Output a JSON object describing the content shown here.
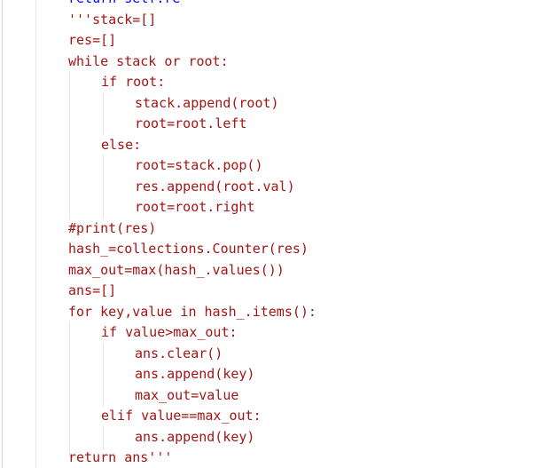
{
  "code_lines": [
    {
      "text": "return self.re",
      "indent": 0
    },
    {
      "text": "'''stack=[]",
      "indent": 0
    },
    {
      "text": "res=[]",
      "indent": 0
    },
    {
      "text": "while stack or root:",
      "indent": 0
    },
    {
      "text": "if root:",
      "indent": 1
    },
    {
      "text": "stack.append(root)",
      "indent": 2
    },
    {
      "text": "root=root.left",
      "indent": 2
    },
    {
      "text": "else:",
      "indent": 1
    },
    {
      "text": "root=stack.pop()",
      "indent": 2
    },
    {
      "text": "res.append(root.val)",
      "indent": 2
    },
    {
      "text": "root=root.right",
      "indent": 2
    },
    {
      "text": "#print(res)",
      "indent": 0
    },
    {
      "text": "hash_=collections.Counter(res)",
      "indent": 0
    },
    {
      "text": "max_out=max(hash_.values())",
      "indent": 0
    },
    {
      "text": "ans=[]",
      "indent": 0
    },
    {
      "text": "for key,value in hash_.items():",
      "indent": 0
    },
    {
      "text": "if value>max_out:",
      "indent": 1
    },
    {
      "text": "ans.clear()",
      "indent": 2
    },
    {
      "text": "ans.append(key)",
      "indent": 2
    },
    {
      "text": "max_out=value",
      "indent": 2
    },
    {
      "text": "elif value==max_out:",
      "indent": 1
    },
    {
      "text": "ans.append(key)",
      "indent": 2
    },
    {
      "text": "return ans'''",
      "indent": 0
    }
  ],
  "colors": {
    "string_text": "#a31515",
    "first_line_keyword": "#0000ff",
    "background": "#ffffff",
    "indent_guide": "#e3e3e3"
  }
}
